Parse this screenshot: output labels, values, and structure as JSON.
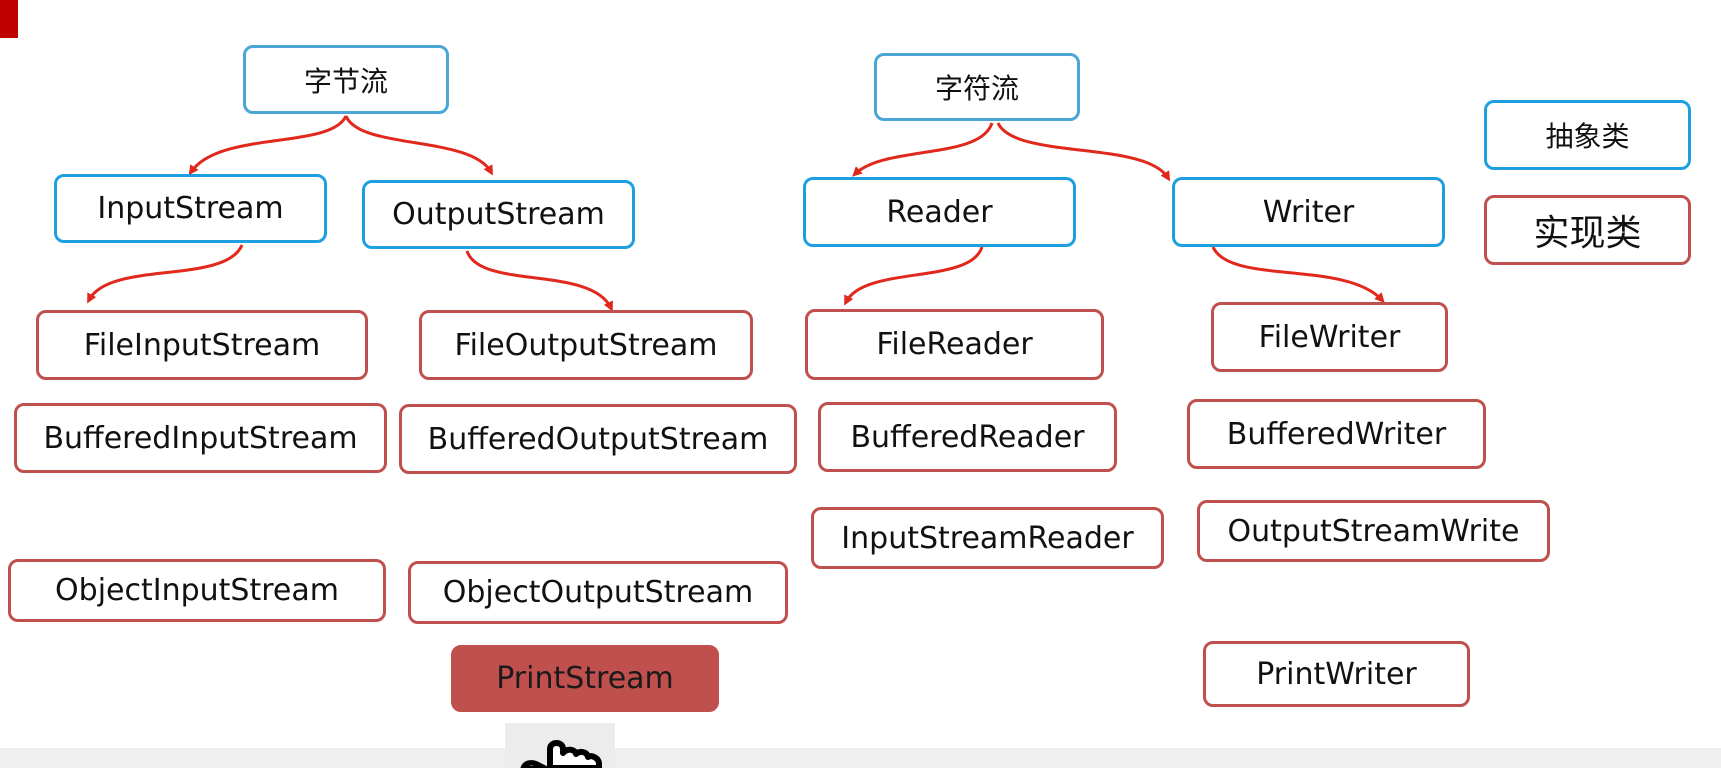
{
  "diagram": {
    "groups": [
      {
        "id": "byte",
        "category": "字节流",
        "bases": [
          {
            "label": "InputStream",
            "impls": [
              "FileInputStream",
              "BufferedInputStream",
              "ObjectInputStream"
            ]
          },
          {
            "label": "OutputStream",
            "impls": [
              "FileOutputStream",
              "BufferedOutputStream",
              "ObjectOutputStream",
              "PrintStream"
            ]
          }
        ]
      },
      {
        "id": "char",
        "category": "字符流",
        "bases": [
          {
            "label": "Reader",
            "impls": [
              "FileReader",
              "BufferedReader",
              "InputStreamReader"
            ]
          },
          {
            "label": "Writer",
            "impls": [
              "FileWriter",
              "BufferedWriter",
              "OutputStreamWrite",
              "PrintWriter"
            ]
          }
        ]
      }
    ],
    "legend": {
      "abstract_label": "抽象类",
      "impl_label": "实现类"
    },
    "highlighted": "PrintStream",
    "colors": {
      "abstract_border": "#1ea0e0",
      "category_border": "#4aa6d6",
      "impl_border": "#c0504d",
      "highlight_fill": "#c0504d",
      "arrow": "#e0291c"
    },
    "cursor_icon": "hand-pointer-icon"
  }
}
